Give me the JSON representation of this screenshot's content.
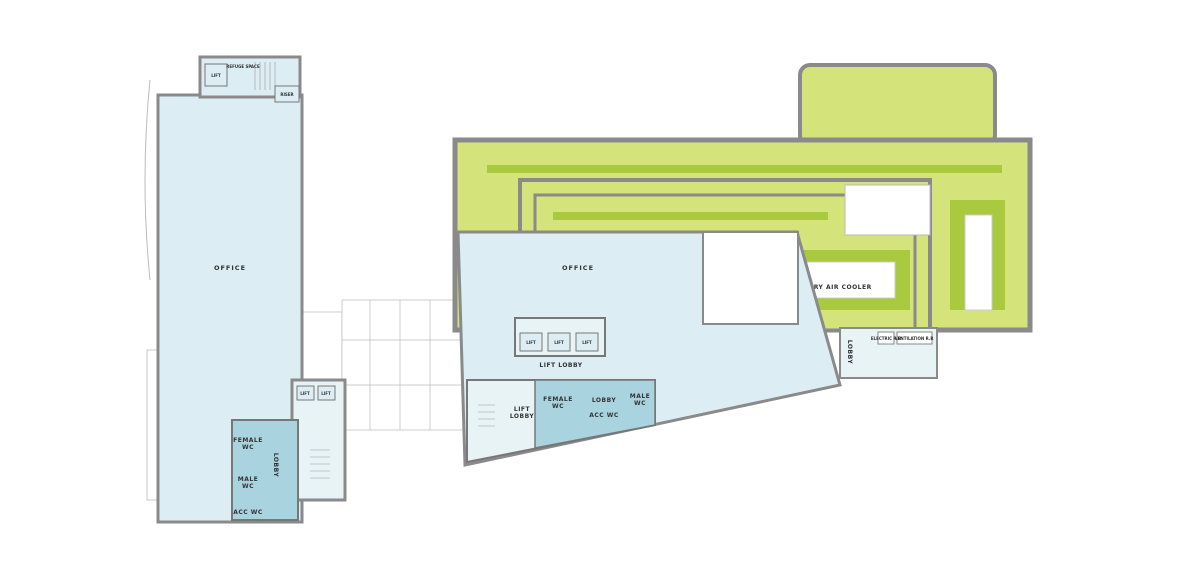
{
  "colors": {
    "office": "#dcedf3",
    "wet_core": "#a8d3df",
    "wall": "#8a8a8a",
    "green_roof": "#d4e37a",
    "green_bar": "#a9c93e",
    "terrace": "#ffffff"
  },
  "left_building": {
    "office": "OFFICE",
    "lift": "LIFT",
    "escape_space": "REFUGE SPACE",
    "riser": "RISER",
    "lifts": [
      "LIFT",
      "LIFT"
    ],
    "female_wc": [
      "FEMALE",
      "WC"
    ],
    "male_wc": [
      "MALE",
      "WC"
    ],
    "acc_wc": "ACC WC",
    "lobby": "LOBBY"
  },
  "right_building": {
    "office": "OFFICE",
    "lifts": [
      "LIFT",
      "LIFT",
      "LIFT"
    ],
    "lift_lobby": "LIFT LOBBY",
    "lift_lobby_small": [
      "LIFT",
      "LOBBY"
    ],
    "female_wc": [
      "FEMALE",
      "WC"
    ],
    "lobby": "LOBBY",
    "male_wc": [
      "MALE",
      "WC"
    ],
    "acc_wc": "ACC WC",
    "dry_air_cooler": "DRY AIR COOLER",
    "roof_lobby": "LOBBY",
    "electric_room": "ELECTRIC R.R",
    "ventilation_room": "VENTILATION R.R"
  }
}
